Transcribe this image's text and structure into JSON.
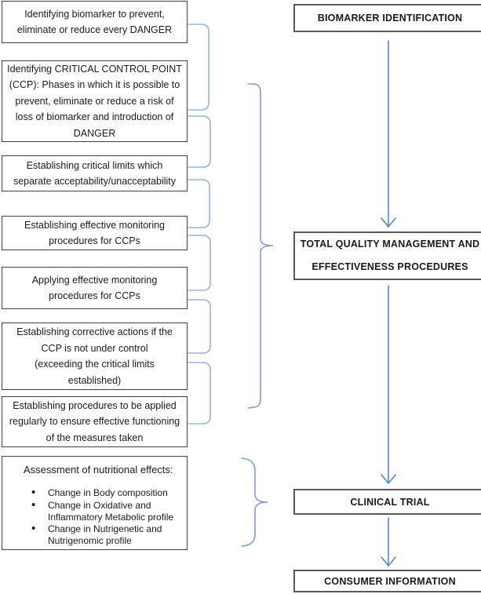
{
  "diagram": {
    "left_boxes": [
      {
        "text": "Identifying biomarker to prevent,\neliminate or reduce every DANGER"
      },
      {
        "text": "Identifying CRITICAL CONTROL POINT\n(CCP): Phases in which it is possible to\nprevent, eliminate or reduce a risk of\nloss of biomarker and introduction of\nDANGER"
      },
      {
        "text": "Establishing critical limits which\nseparate acceptability/unacceptability"
      },
      {
        "text": "Establishing effective monitoring\nprocedures for CCPs"
      },
      {
        "text": "Applying effective monitoring\nprocedures for CCPs"
      },
      {
        "text": "Establishing corrective actions if the\nCCP is not under control\n(exceeding the critical limits\nestablished)"
      },
      {
        "text": "Establishing procedures to be applied\nregularly to ensure effective functioning\nof the measures taken"
      }
    ],
    "assessment_box": {
      "heading": "Assessment of nutritional effects:",
      "bullets": [
        "Change in Body composition",
        "Change in Oxidative and\nInflammatory Metabolic profile",
        "Change in Nutrigenetic and\nNutrigenomic profile"
      ]
    },
    "right_boxes": [
      {
        "label": "BIOMARKER IDENTIFICATION"
      },
      {
        "label": "TOTAL QUALITY MANAGEMENT AND\nEFFECTIVENESS PROCEDURES"
      },
      {
        "label": "CLINICAL TRIAL"
      },
      {
        "label": "CONSUMER INFORMATION"
      }
    ],
    "colors": {
      "arrow_blue": "#4f81bd",
      "bracket_light_blue": "#95b3d7",
      "left_box_border": "#3f3f3f",
      "right_box_border": "#595959",
      "text": "#1a1a1a"
    }
  }
}
